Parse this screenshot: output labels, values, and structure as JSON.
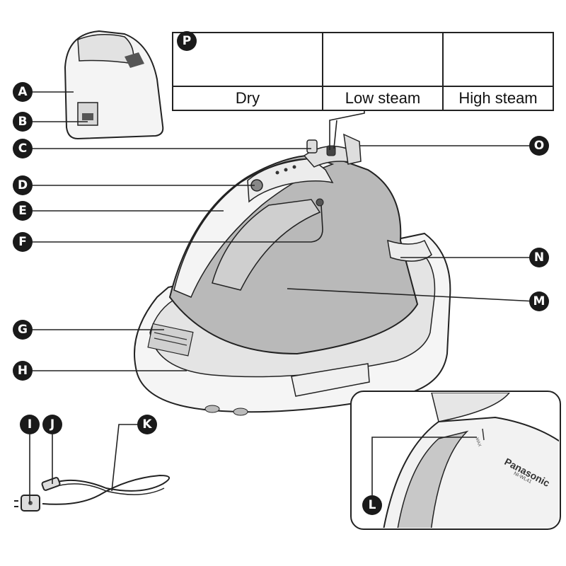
{
  "callouts": {
    "a": "A",
    "b": "B",
    "c": "C",
    "d": "D",
    "e": "E",
    "f": "F",
    "g": "G",
    "h": "H",
    "i": "I",
    "j": "J",
    "k": "K",
    "l": "L",
    "m": "M",
    "n": "N",
    "o": "O",
    "p": "P"
  },
  "steam_modes": [
    "Dry",
    "Low steam",
    "High steam"
  ],
  "inset": {
    "brand": "Panasonic",
    "model": "NI-WL41",
    "max_mark": "MAX"
  },
  "colors": {
    "ink": "#1a1a1a",
    "line": "#222222",
    "soleplate": "#b9b9b9",
    "body": "#f2f2f2"
  }
}
